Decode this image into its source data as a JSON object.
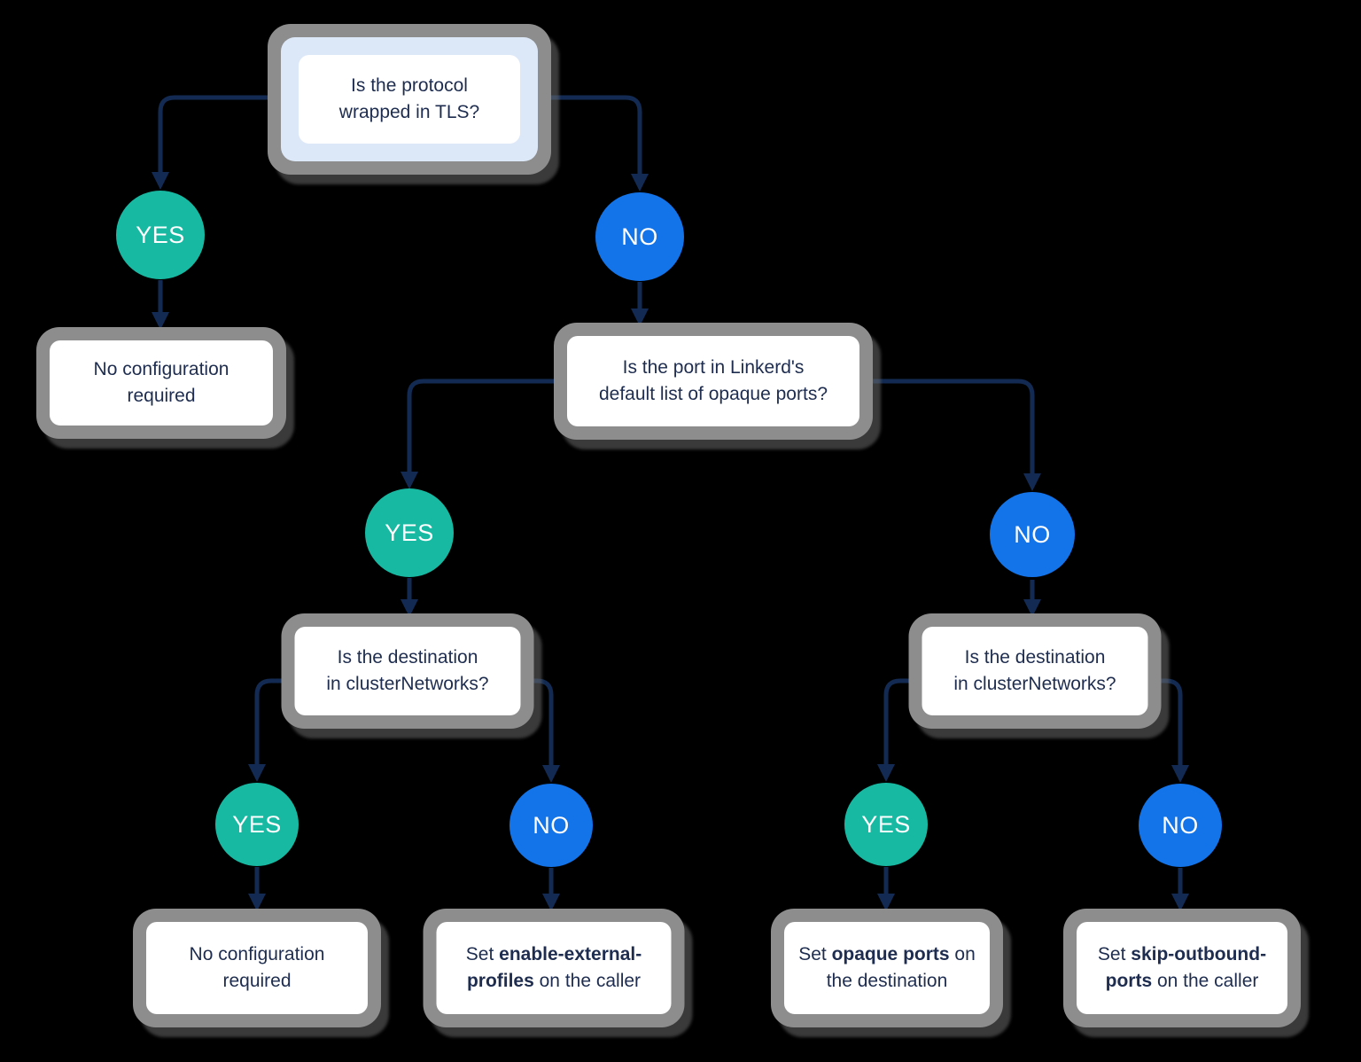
{
  "colors": {
    "background": "#000000",
    "yes_circle": "#17b9a2",
    "no_circle": "#1373e8",
    "connector": "#132b52",
    "node_text": "#1e2d4f",
    "node_background": "#ffffff",
    "root_highlight": "#dce8f8",
    "halo_gray": "#8d8d8d"
  },
  "labels": {
    "yes": "YES",
    "no": "NO"
  },
  "nodes": {
    "root_question": {
      "lines": [
        "Is the protocol",
        "wrapped in TLS?"
      ]
    },
    "no_config_top": {
      "lines": [
        "No configuration",
        "required"
      ]
    },
    "opaque_question": {
      "lines": [
        "Is the port in Linkerd's",
        "default list of opaque ports?"
      ]
    },
    "cluster_left": {
      "lines": [
        "Is the destination",
        "in clusterNetworks?"
      ]
    },
    "cluster_right": {
      "lines": [
        "Is the destination",
        "in clusterNetworks?"
      ]
    },
    "no_config_bottom": {
      "lines": [
        "No configuration",
        "required"
      ]
    },
    "enable_external": {
      "line1": {
        "pre": "Set ",
        "bold": "enable-external-"
      },
      "line2": {
        "bold": "profiles",
        "post": " on the caller"
      }
    },
    "opaque_ports": {
      "line1": {
        "pre": "Set ",
        "bold": "opaque ports",
        "post": " on"
      },
      "line2": {
        "post": "the destination"
      }
    },
    "skip_outbound": {
      "line1": {
        "pre": "Set ",
        "bold": "skip-outbound-"
      },
      "line2": {
        "bold": "ports",
        "post": " on the caller"
      }
    }
  }
}
